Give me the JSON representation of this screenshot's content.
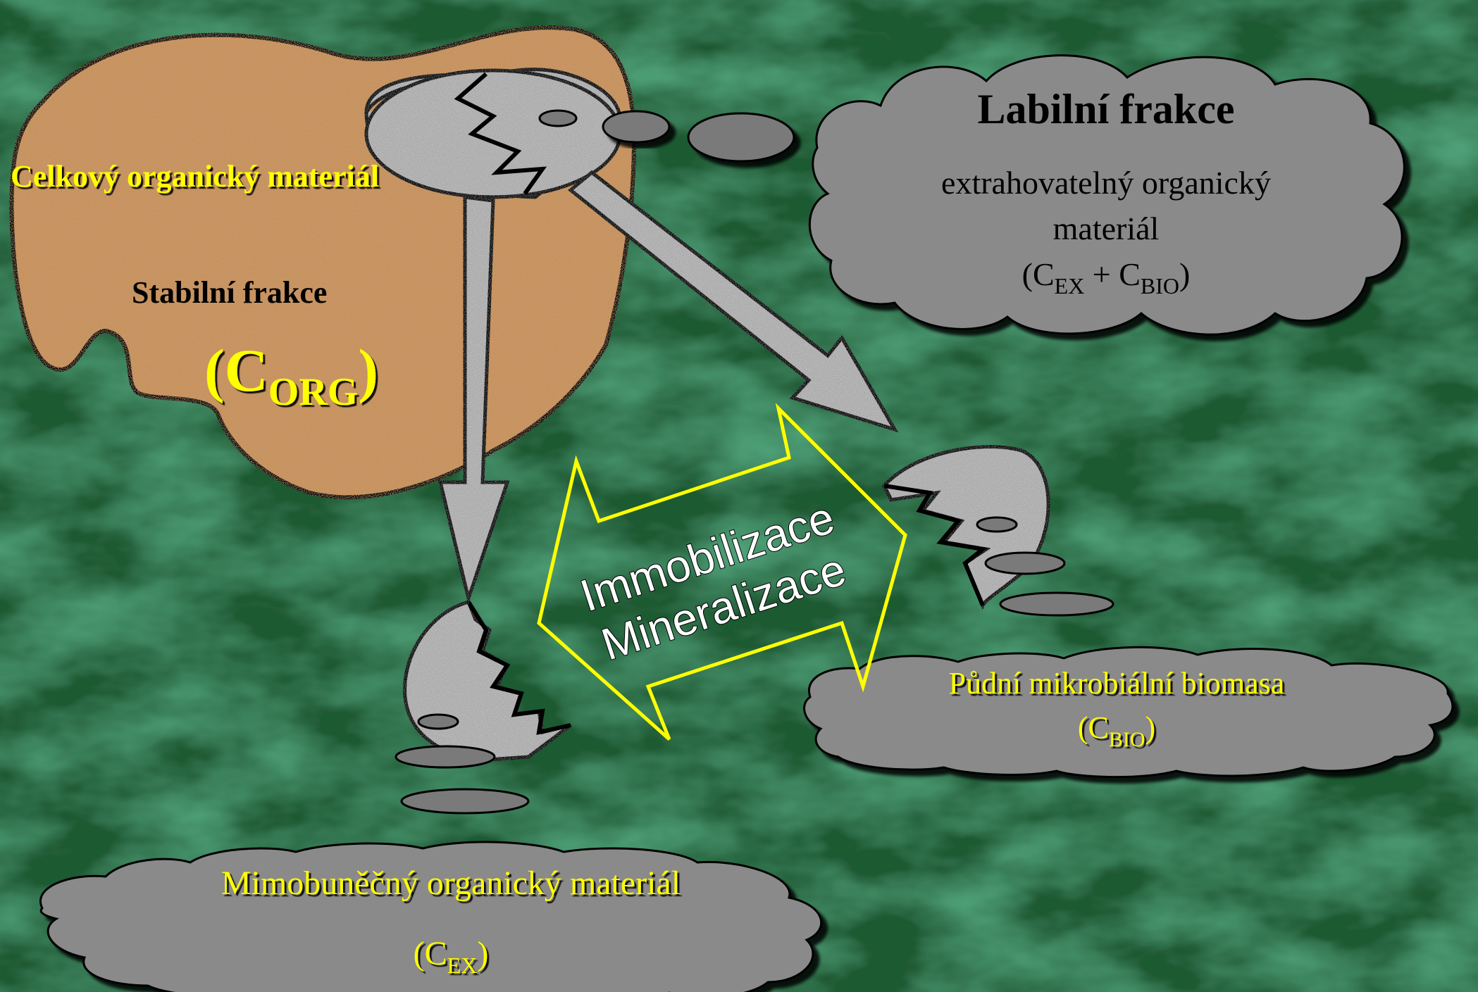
{
  "stable": {
    "total_label": "Celkový organický materiál",
    "fraction_label": "Stabilní frakce",
    "symbol_open": "(C",
    "symbol_sub": "ORG",
    "symbol_close": ")"
  },
  "labile": {
    "title": "Labilní frakce",
    "line1": "extrahovatelný organický",
    "line2": "materiál",
    "formula_open": "(C",
    "formula_sub1": "EX",
    "formula_mid": " + C",
    "formula_sub2": "BIO",
    "formula_close": ")"
  },
  "biomass": {
    "label": "Půdní mikrobiální biomasa",
    "formula_open": "(C",
    "formula_sub": "BIO",
    "formula_close": ")"
  },
  "extracellular": {
    "label": "Mimobuněčný organický materiál",
    "formula_open": "(C",
    "formula_sub": "EX",
    "formula_close": ")"
  },
  "process": {
    "line1": "Immobilizace",
    "line2": "Mineralizace"
  },
  "colors": {
    "background": "#1f5a33",
    "stable_fill": "#c8915c",
    "cloud_fill": "#8a8a8a",
    "highlight_text": "#ffff00",
    "fragment_fill": "#b8b8b8",
    "process_outline": "#ffff00"
  }
}
